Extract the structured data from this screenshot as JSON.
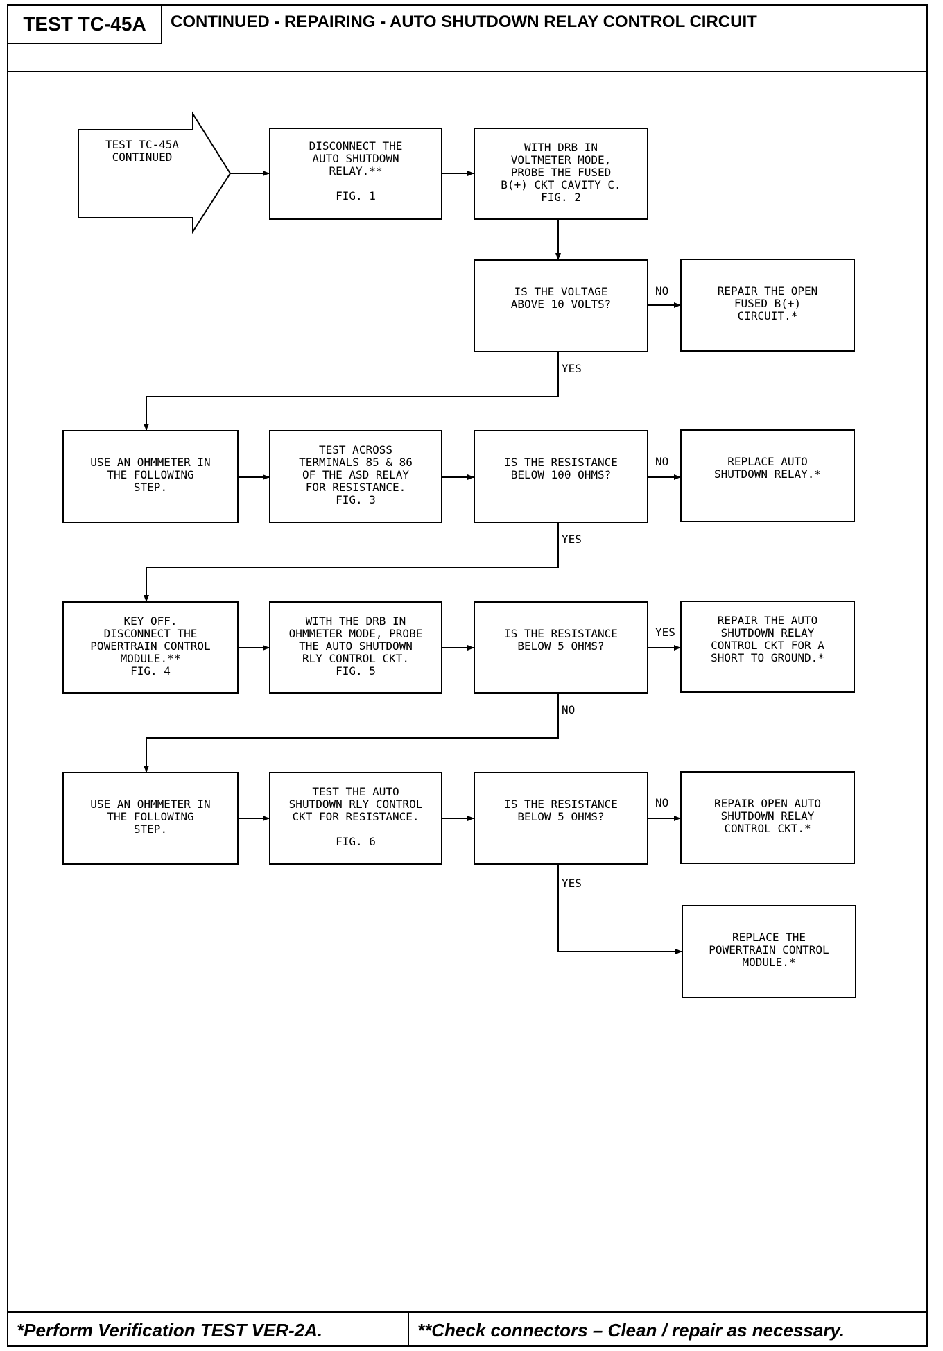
{
  "header": {
    "test_id": "TEST TC-45A",
    "title": "CONTINUED - REPAIRING - AUTO SHUTDOWN RELAY CONTROL CIRCUIT"
  },
  "footer": {
    "left": "*Perform Verification TEST VER-2A.",
    "right": "**Check connectors – Clean / repair as necessary."
  },
  "start": {
    "text": "TEST TC-45A\nCONTINUED"
  },
  "row1": {
    "b1": "DISCONNECT THE\nAUTO SHUTDOWN\nRELAY.**\n\nFIG. 1",
    "b2": "WITH DRB IN\nVOLTMETER MODE,\nPROBE THE FUSED\nB(+) CKT CAVITY C.\nFIG. 2"
  },
  "row2": {
    "q": "IS THE VOLTAGE\nABOVE 10 VOLTS?",
    "no_label": "NO",
    "no_action": "REPAIR THE OPEN\nFUSED B(+)\nCIRCUIT.*",
    "yes_label": "YES"
  },
  "row3": {
    "b1": "USE AN OHMMETER IN\nTHE FOLLOWING\nSTEP.",
    "b2": "TEST ACROSS\nTERMINALS 85 & 86\nOF THE ASD RELAY\nFOR RESISTANCE.\nFIG. 3",
    "q": "IS THE RESISTANCE\nBELOW 100 OHMS?",
    "no_label": "NO",
    "no_action": "REPLACE AUTO\nSHUTDOWN RELAY.*",
    "yes_label": "YES"
  },
  "row4": {
    "b1": "KEY OFF.\nDISCONNECT THE\nPOWERTRAIN CONTROL\nMODULE.**\nFIG. 4",
    "b2": "WITH THE DRB IN\nOHMMETER MODE, PROBE\nTHE AUTO SHUTDOWN\nRLY CONTROL CKT.\nFIG. 5",
    "q": "IS THE RESISTANCE\nBELOW 5 OHMS?",
    "yes_label": "YES",
    "yes_action": "REPAIR THE AUTO\nSHUTDOWN RELAY\nCONTROL CKT FOR A\nSHORT TO GROUND.*",
    "no_label": "NO"
  },
  "row5": {
    "b1": "USE AN OHMMETER IN\nTHE FOLLOWING\nSTEP.",
    "b2": "TEST THE AUTO\nSHUTDOWN RLY CONTROL\nCKT FOR RESISTANCE.\n\nFIG. 6",
    "q": "IS THE RESISTANCE\nBELOW 5 OHMS?",
    "no_label": "NO",
    "no_action": "REPAIR OPEN AUTO\nSHUTDOWN RELAY\nCONTROL CKT.*",
    "yes_label": "YES",
    "yes_action": "REPLACE THE\nPOWERTRAIN CONTROL\nMODULE.*"
  }
}
